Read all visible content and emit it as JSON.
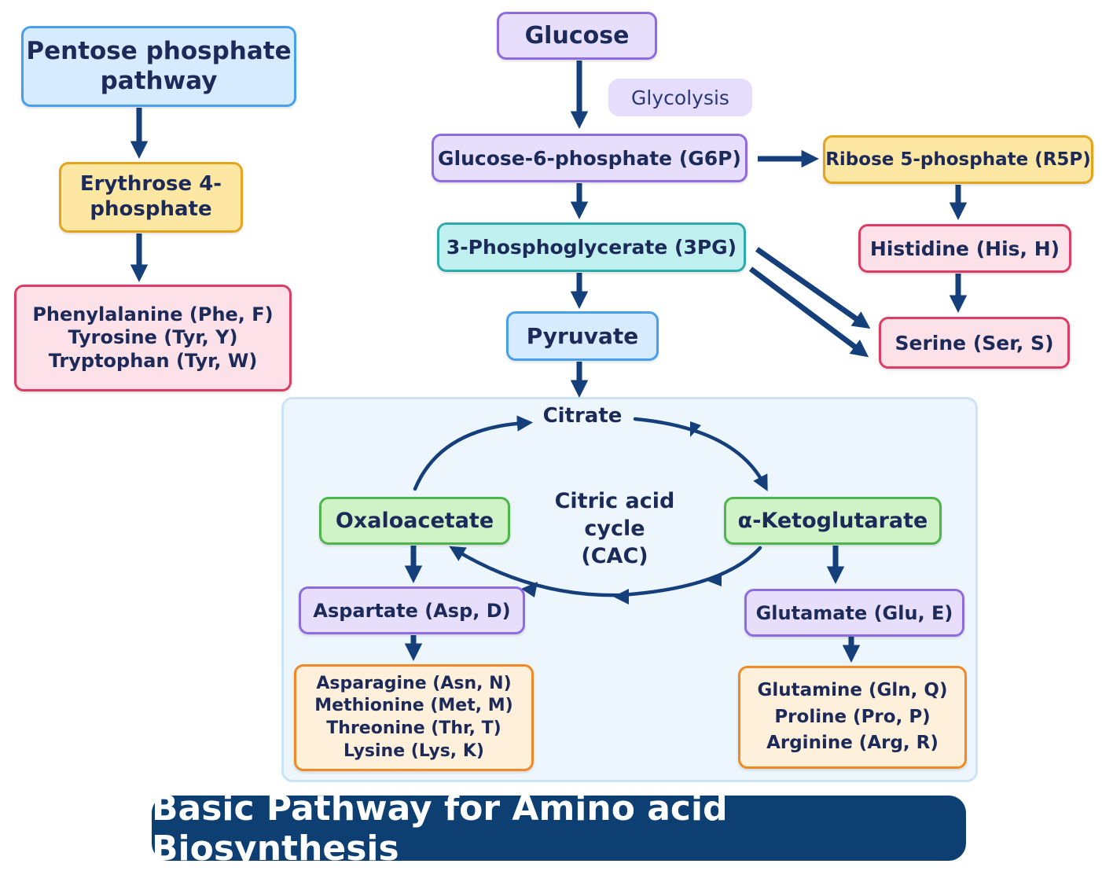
{
  "title": "Basic Pathway for Amino acid Biosynthesis",
  "nodes": {
    "pentose_pathway": {
      "line1": "Pentose phosphate",
      "line2": "pathway"
    },
    "erythrose": {
      "line1": "Erythrose 4-",
      "line2": "phosphate"
    },
    "aromatic": {
      "line1": "Phenylalanine (Phe, F)",
      "line2": "Tyrosine (Tyr, Y)",
      "line3": "Tryptophan (Tyr, W)"
    },
    "glucose": "Glucose",
    "glycolysis": "Glycolysis",
    "g6p": "Glucose-6-phosphate (G6P)",
    "r5p": "Ribose 5-phosphate (R5P)",
    "pg3": "3-Phosphoglycerate (3PG)",
    "histidine": "Histidine (His, H)",
    "serine": "Serine (Ser, S)",
    "pyruvate": "Pyruvate",
    "citrate": "Citrate",
    "cac": {
      "line1": "Citric acid cycle",
      "line2": "(CAC)"
    },
    "oxaloacetate": "Oxaloacetate",
    "ketoglutarate": "α-Ketoglutarate",
    "aspartate": "Aspartate (Asp, D)",
    "glutamate": "Glutamate (Glu, E)",
    "aspartate_family": {
      "line1": "Asparagine (Asn, N)",
      "line2": "Methionine (Met, M)",
      "line3": "Threonine (Thr, T)",
      "line4": "Lysine (Lys, K)"
    },
    "glutamate_family": {
      "line1": "Glutamine (Gln, Q)",
      "line2": "Proline (Pro, P)",
      "line3": "Arginine (Arg, R)"
    }
  },
  "colors": {
    "arrow": "#143f7a",
    "title_bar": "#0d3f72",
    "blue": "#46a0ee",
    "purple": "#8f6be0",
    "yellow": "#e3a51d",
    "pink": "#dd3d64",
    "teal": "#2dabaa",
    "green": "#4db54c",
    "orange": "#f08a27"
  }
}
